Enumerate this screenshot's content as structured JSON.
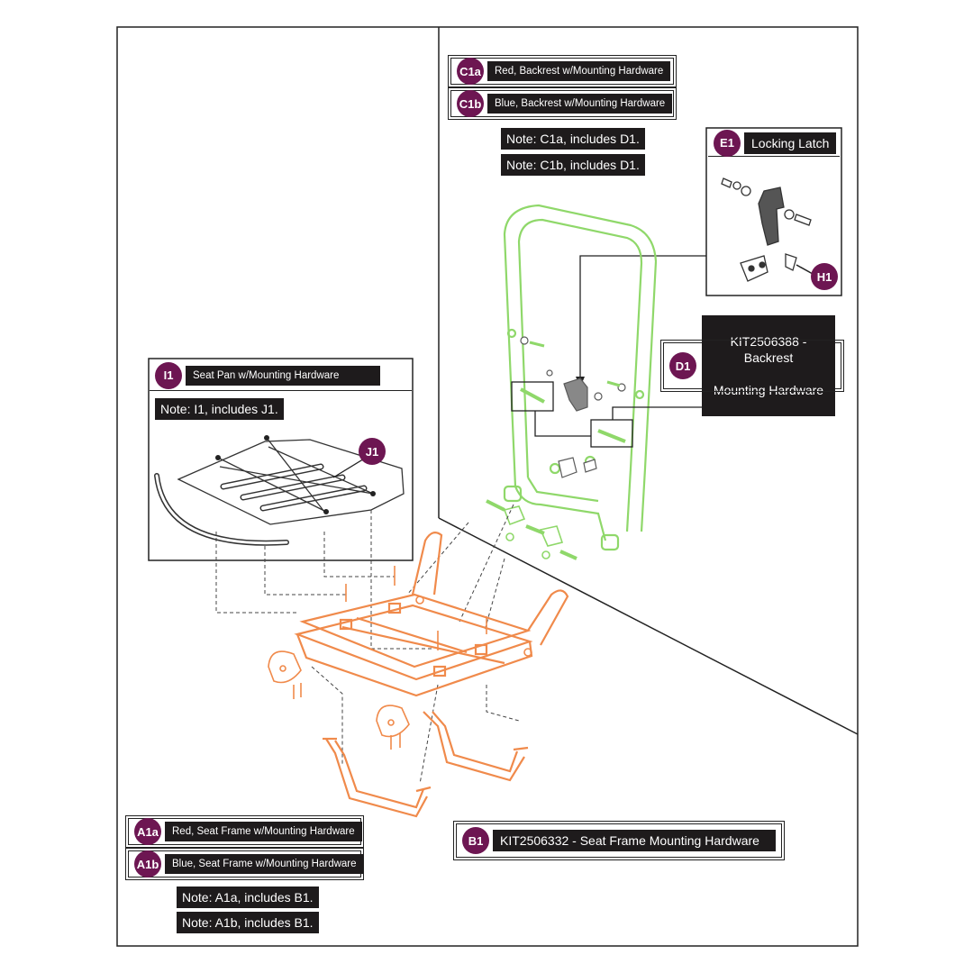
{
  "callouts": {
    "c1a": {
      "code": "C1a",
      "text": "Red, Backrest w/Mounting Hardware"
    },
    "c1b": {
      "code": "C1b",
      "text": "Blue, Backrest w/Mounting Hardware"
    },
    "e1": {
      "code": "E1",
      "text": "Locking Latch"
    },
    "h1": {
      "code": "H1"
    },
    "d1": {
      "code": "D1",
      "line1": "KIT2506388 - Backrest",
      "line2": "Mounting Hardware"
    },
    "i1": {
      "code": "I1",
      "text": "Seat Pan w/Mounting Hardware"
    },
    "j1": {
      "code": "J1"
    },
    "a1a": {
      "code": "A1a",
      "text": "Red, Seat Frame w/Mounting Hardware"
    },
    "a1b": {
      "code": "A1b",
      "text": "Blue, Seat Frame w/Mounting Hardware"
    },
    "b1": {
      "code": "B1",
      "text": "KIT2506332 - Seat Frame Mounting Hardware"
    }
  },
  "notes": {
    "c1a": "Note: C1a, includes D1.",
    "c1b": "Note: C1b, includes D1.",
    "i1": "Note: I1, includes J1.",
    "a1a": "Note: A1a, includes B1.",
    "a1b": "Note: A1b, includes B1."
  },
  "colors": {
    "badge": "#6d1652",
    "label_bar": "#1e1b1c",
    "seat_frame": "#f08a4b",
    "backrest": "#8fd86a",
    "line": "#222222"
  }
}
